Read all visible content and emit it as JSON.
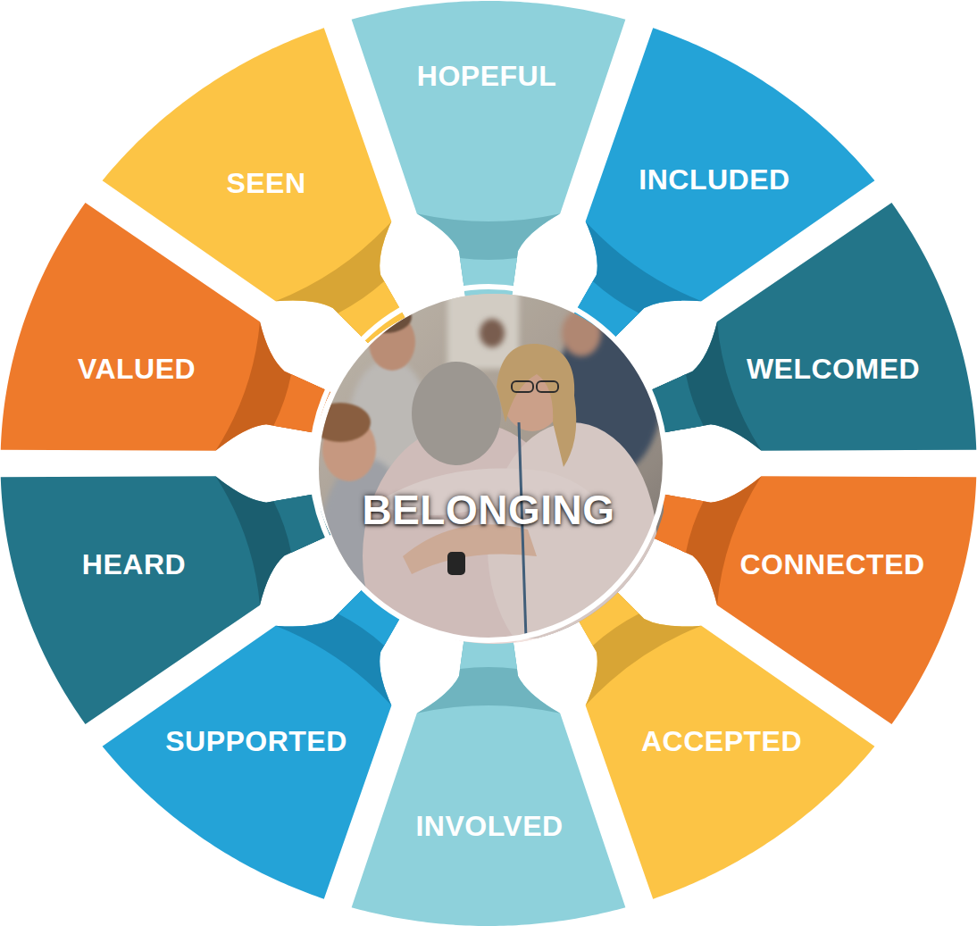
{
  "diagram": {
    "nodes": [
      {
        "text": [
          "HOPEFUL"
        ]
      },
      {
        "text": [
          "INCLUDED"
        ]
      },
      {
        "text": [
          "WELCOMED"
        ]
      },
      {
        "text": [
          "CONNECTED"
        ]
      },
      {
        "text": [
          "ACCEPTED"
        ]
      },
      {
        "text": [
          "INVOLVED"
        ]
      },
      {
        "text": [
          "SUPPORTED"
        ]
      },
      {
        "text": [
          "HEARD"
        ]
      },
      {
        "text": [
          "VALUED"
        ]
      },
      {
        "text": [
          "SEEN"
        ]
      },
      {
        "text": [
          "BELONGING"
        ]
      }
    ]
  }
}
